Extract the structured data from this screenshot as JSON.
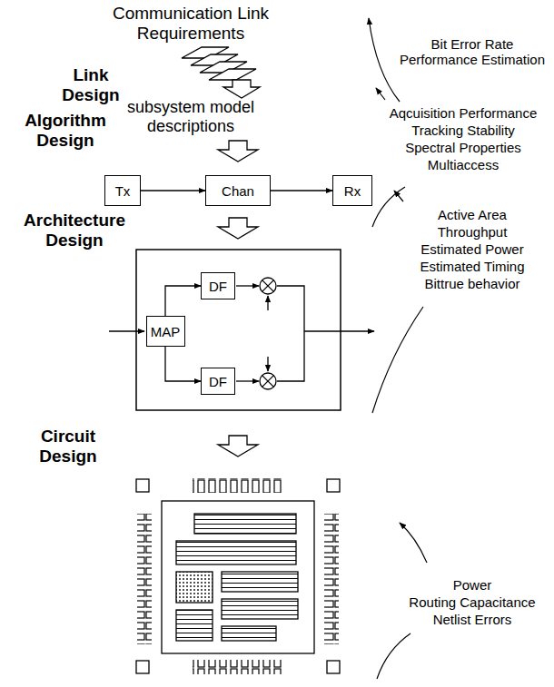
{
  "diagram": {
    "nodes": [
      {
        "text": [
          "Tx"
        ]
      },
      {
        "text": [
          "Chan"
        ]
      },
      {
        "text": [
          "Rx"
        ]
      },
      {
        "text": [
          "MAP"
        ]
      },
      {
        "text": [
          "DF"
        ]
      },
      {
        "text": [
          "DF"
        ]
      }
    ],
    "edges": [
      {
        "from": 0,
        "to": 1,
        "arrow": "to"
      },
      {
        "from": 1,
        "to": 2,
        "arrow": "to"
      },
      {
        "from": 3,
        "to": 4,
        "arrow": "to"
      },
      {
        "from": 3,
        "to": 5,
        "arrow": "to"
      }
    ],
    "labels": [
      "Communication Link Requirements",
      "Link Design",
      "subsystem model descriptions",
      "Algorithm Design",
      "Architecture Design",
      "Circuit Design",
      "Bit Error Rate Performance Estimation",
      "Aqcuisition Performance",
      "Tracking Stability",
      "Spectral Properties",
      "Multiaccess",
      "Active Area",
      "Throughput",
      "Estimated Power",
      "Estimated Timing",
      "Bittrue behavior",
      "Power",
      "Routing Capacitance",
      "Netlist Errors"
    ]
  }
}
